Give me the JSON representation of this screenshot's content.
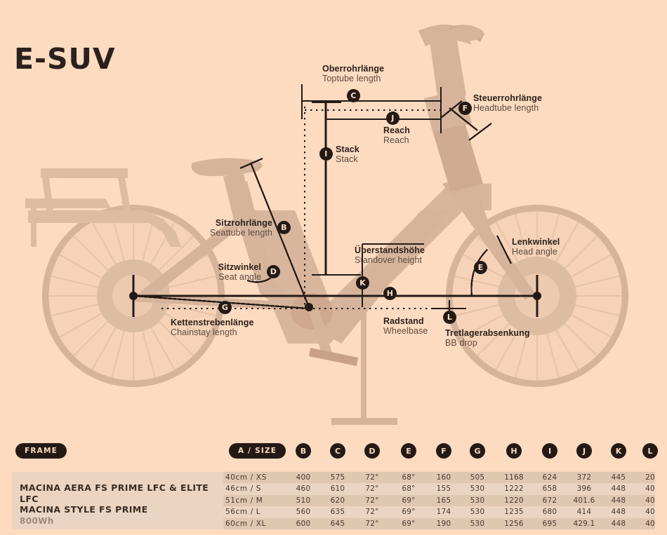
{
  "title": "E-SUV",
  "diagram": {
    "measurements": [
      {
        "badge": "B",
        "de": "Sitzrohrlänge",
        "en": "Seattube length"
      },
      {
        "badge": "C",
        "de": "Oberrohrlänge",
        "en": "Toptube length"
      },
      {
        "badge": "D",
        "de": "Sitzwinkel",
        "en": "Seat angle"
      },
      {
        "badge": "E",
        "de": "Lenkwinkel",
        "en": "Head angle"
      },
      {
        "badge": "F",
        "de": "Steuerrohrlänge",
        "en": "Headtube length"
      },
      {
        "badge": "G",
        "de": "Kettenstrebenlänge",
        "en": "Chainstay length"
      },
      {
        "badge": "H",
        "de": "Radstand",
        "en": "Wheelbase"
      },
      {
        "badge": "I",
        "de": "Stack",
        "en": "Stack"
      },
      {
        "badge": "J",
        "de": "Reach",
        "en": "Reach"
      },
      {
        "badge": "K",
        "de": "Überstandshöhe",
        "en": "Standover height"
      },
      {
        "badge": "L",
        "de": "Tretlagerabsenkung",
        "en": "BB drop"
      }
    ]
  },
  "table": {
    "frame_pill": "FRAME",
    "size_pill": "A / SIZE",
    "column_badges": [
      "B",
      "C",
      "D",
      "E",
      "F",
      "G",
      "H",
      "I",
      "J",
      "K",
      "L"
    ],
    "models": [
      "MACINA AERA FS PRIME LFC & ELITE LFC",
      "MACINA STYLE FS PRIME"
    ],
    "battery": "800Wh",
    "rows": [
      {
        "size": "40cm / XS",
        "values": [
          "400",
          "575",
          "72°",
          "68°",
          "160",
          "505",
          "1168",
          "624",
          "372",
          "445",
          "20"
        ]
      },
      {
        "size": "46cm / S",
        "values": [
          "460",
          "610",
          "72°",
          "68°",
          "155",
          "530",
          "1222",
          "658",
          "396",
          "448",
          "40"
        ]
      },
      {
        "size": "51cm / M",
        "values": [
          "510",
          "620",
          "72°",
          "69°",
          "165",
          "530",
          "1220",
          "672",
          "401.6",
          "448",
          "40"
        ]
      },
      {
        "size": "56cm / L",
        "values": [
          "560",
          "635",
          "72°",
          "69°",
          "174",
          "530",
          "1235",
          "680",
          "414",
          "448",
          "40"
        ]
      },
      {
        "size": "60cm / XL",
        "values": [
          "600",
          "645",
          "72°",
          "69°",
          "190",
          "530",
          "1256",
          "695",
          "429.1",
          "448",
          "40"
        ]
      }
    ]
  },
  "colors": {
    "background": "#fcdbc0",
    "ink": "#241a15",
    "silhouette_light": "#f6d3b8",
    "silhouette_mid": "#eccab0",
    "silhouette_dark": "#d6b49c",
    "panel": "#ebd5c2",
    "row_stripe": "#e0c7b2"
  }
}
